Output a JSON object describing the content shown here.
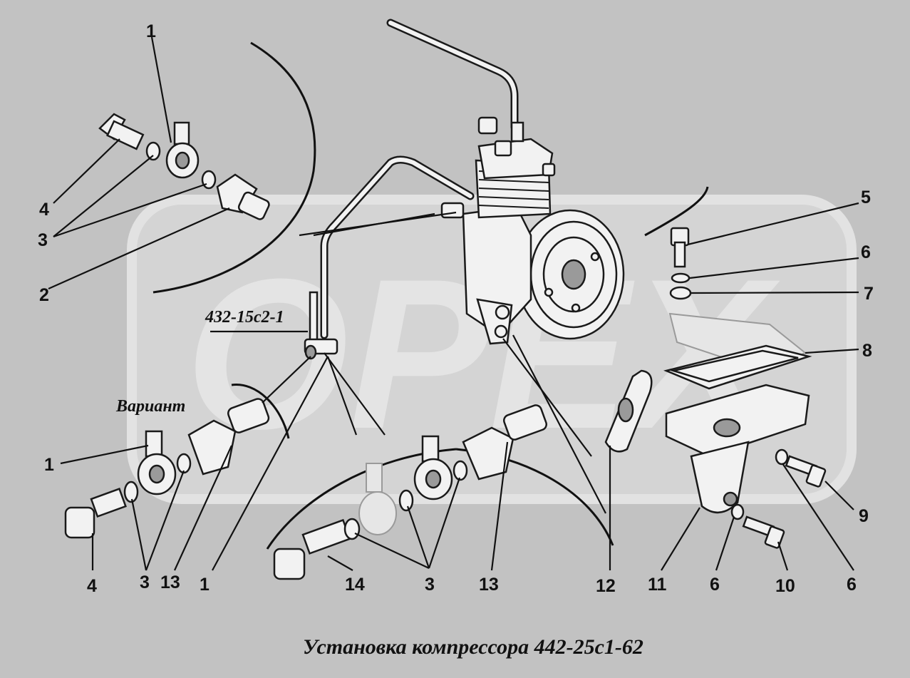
{
  "caption": "Установка компрессора 442-25с1-62",
  "variant_label": "Вариант",
  "part_code_label": "432-15с2-1",
  "watermark": "ОРЕХ",
  "callouts": [
    {
      "id": "c-1-top",
      "text": "1"
    },
    {
      "id": "c-4-top",
      "text": "4"
    },
    {
      "id": "c-3-top",
      "text": "3"
    },
    {
      "id": "c-2",
      "text": "2"
    },
    {
      "id": "c-5",
      "text": "5"
    },
    {
      "id": "c-6-top",
      "text": "6"
    },
    {
      "id": "c-7",
      "text": "7"
    },
    {
      "id": "c-8",
      "text": "8"
    },
    {
      "id": "c-1-left",
      "text": "1"
    },
    {
      "id": "c-9",
      "text": "9"
    },
    {
      "id": "c-4-bottom",
      "text": "4"
    },
    {
      "id": "c-3-bottom-left",
      "text": "3"
    },
    {
      "id": "c-13-left",
      "text": "13"
    },
    {
      "id": "c-1-bottom",
      "text": "1"
    },
    {
      "id": "c-14",
      "text": "14"
    },
    {
      "id": "c-3-bottom-mid",
      "text": "3"
    },
    {
      "id": "c-13-right",
      "text": "13"
    },
    {
      "id": "c-12",
      "text": "12"
    },
    {
      "id": "c-11",
      "text": "11"
    },
    {
      "id": "c-6-bottom",
      "text": "6"
    },
    {
      "id": "c-10",
      "text": "10"
    },
    {
      "id": "c-6-right",
      "text": "6"
    }
  ],
  "colors": {
    "background": "#c2c2c2",
    "watermark": "#dadada",
    "ink": "#111111",
    "part_fill": "#f2f2f2"
  }
}
